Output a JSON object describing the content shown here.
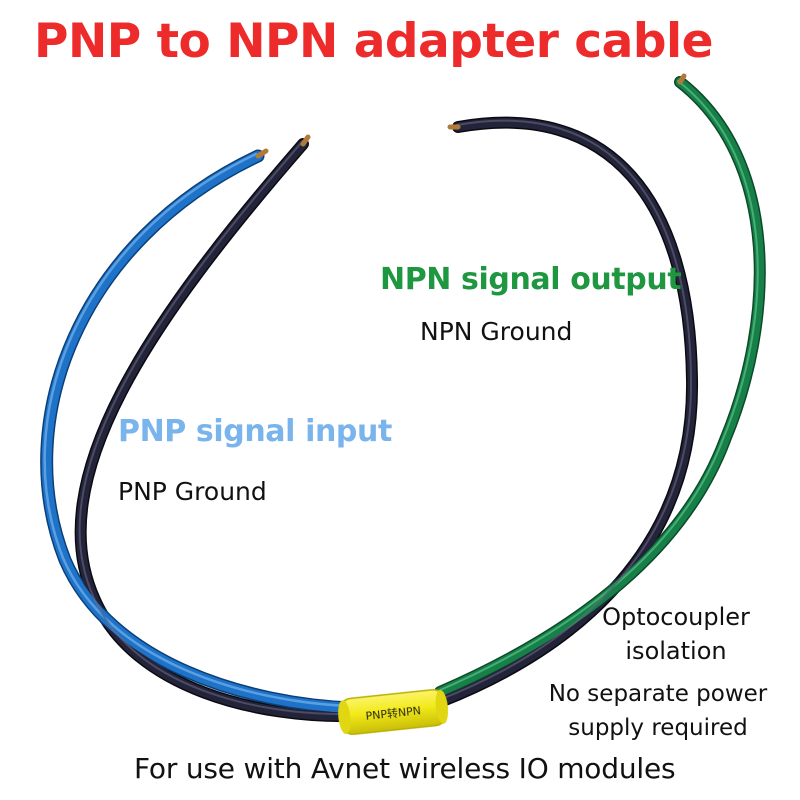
{
  "title": "PNP to NPN adapter cable",
  "labels": {
    "npn_signal_output": "NPN signal output",
    "npn_ground": "NPN Ground",
    "pnp_signal_input": "PNP signal input",
    "pnp_ground": "PNP Ground",
    "optocoupler_line1": "Optocoupler",
    "optocoupler_line2": "isolation",
    "power_line1": "No separate power",
    "power_line2": "supply required",
    "adapter_marking": "PNP转NPN",
    "footer": "For use with Avnet wireless IO modules"
  },
  "colors": {
    "title": "#ee2b2b",
    "npn_signal_label": "#1f9740",
    "pnp_signal_label": "#79b4ec",
    "blue_wire": "#1e73c9",
    "dark_wire": "#1e1e30",
    "green_wire": "#178049",
    "adapter_sleeve": "#f2ea1a"
  }
}
